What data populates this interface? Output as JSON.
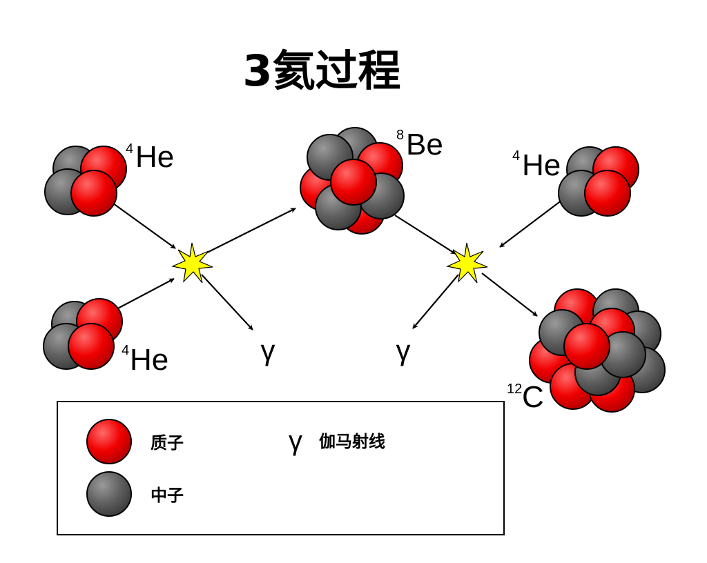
{
  "title": "3氦过程",
  "labels": {
    "he_top_left": {
      "sup": "4",
      "sym": "He"
    },
    "he_bottom_left": {
      "sup": "4",
      "sym": "He"
    },
    "be": {
      "sup": "8",
      "sym": "Be"
    },
    "he_right": {
      "sup": "4",
      "sym": "He"
    },
    "carbon": {
      "sup": "12",
      "sym": "C"
    },
    "gamma_left": "γ",
    "gamma_right": "γ"
  },
  "legend": {
    "proton": "质子",
    "neutron": "中子",
    "gamma_symbol": "γ",
    "gamma_ray": "伽马射线"
  },
  "colors": {
    "proton": "#ee0000",
    "neutron": "#555555",
    "flash": "#ffff00",
    "outline": "#000000"
  }
}
